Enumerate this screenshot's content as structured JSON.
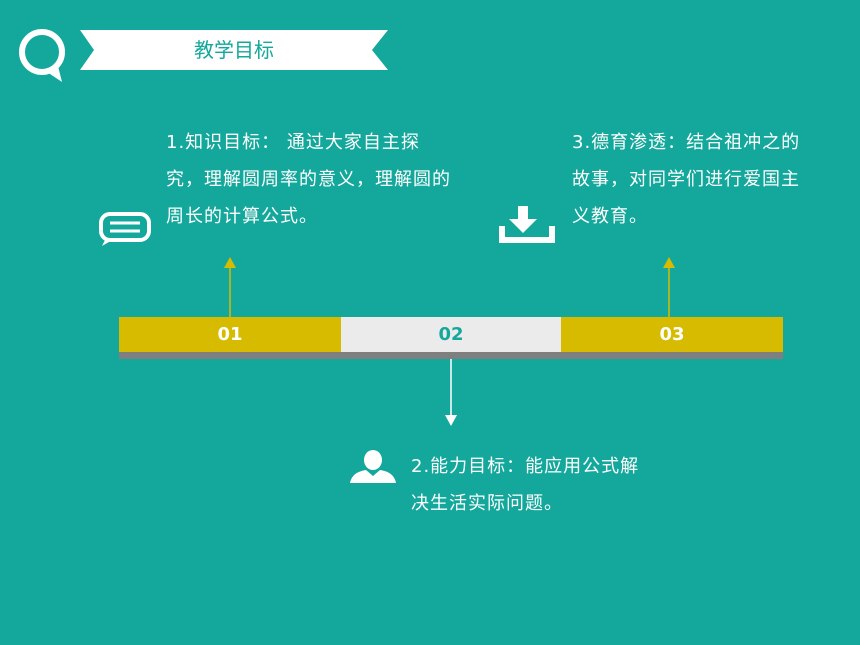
{
  "header": {
    "title": "教学目标",
    "icon": "speech-bubble-icon"
  },
  "objectives": [
    {
      "number": "01",
      "text": "1.知识目标： 通过大家自主探究，理解圆周率的意义，理解圆的周长的计算公式。",
      "icon": "chat-icon",
      "arrow": "up"
    },
    {
      "number": "02",
      "text": "2.能力目标：能应用公式解决生活实际问题。",
      "icon": "person-icon",
      "arrow": "down"
    },
    {
      "number": "03",
      "text": "3.德育渗透：结合祖冲之的故事，对同学们进行爱国主义教育。",
      "icon": "download-icon",
      "arrow": "up"
    }
  ],
  "colors": {
    "background": "#13a89b",
    "accent": "#d6bb00",
    "light": "#ebebeb",
    "base": "#7f7f7f",
    "text": "#ffffff"
  }
}
